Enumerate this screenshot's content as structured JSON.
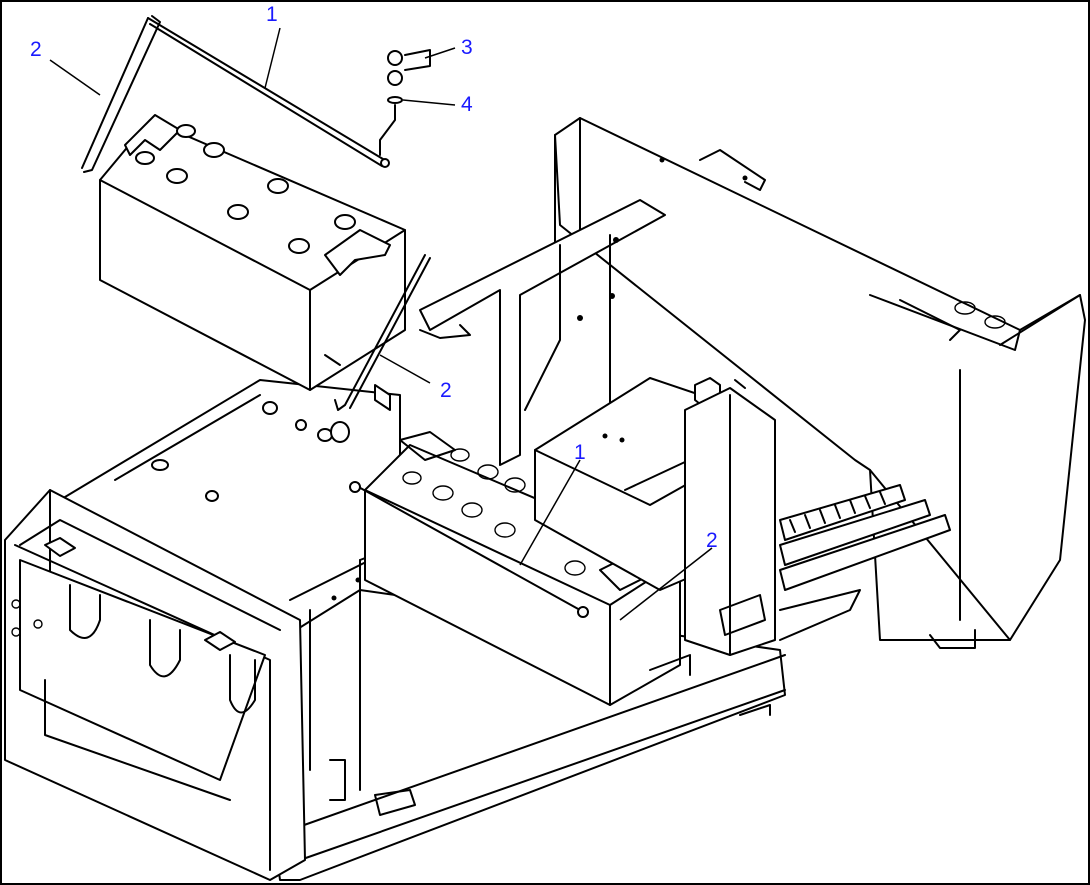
{
  "diagram": {
    "callouts": [
      {
        "id": "c1a",
        "label": "1"
      },
      {
        "id": "c2a",
        "label": "2"
      },
      {
        "id": "c3",
        "label": "3"
      },
      {
        "id": "c4",
        "label": "4"
      },
      {
        "id": "c2b",
        "label": "2"
      },
      {
        "id": "c1b",
        "label": "1"
      },
      {
        "id": "c2c",
        "label": "2"
      }
    ],
    "colors": {
      "callout": "#1a1aff",
      "line": "#000000",
      "background": "#ffffff"
    }
  }
}
